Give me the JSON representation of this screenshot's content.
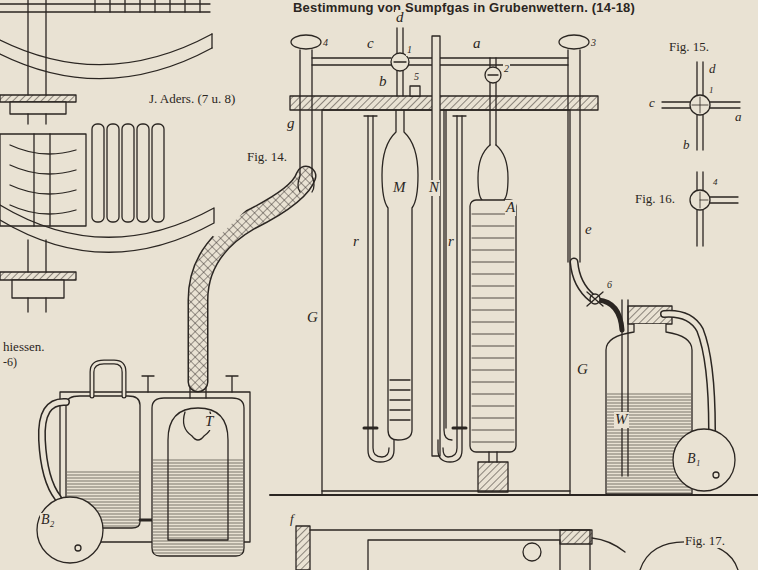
{
  "diagram": {
    "title": "Bestimmung von Sumpfgas in Grubenwettern. (14-18)",
    "labels": [
      "J. Aders. (7 u. 8)",
      "Fig. 14.",
      "Fig. 15.",
      "Fig. 16.",
      "Fig. 17.",
      "hiessen.",
      "-6)",
      "d",
      "c",
      "a",
      "1",
      "b",
      "5",
      "4",
      "3",
      "2",
      "g",
      "e",
      "6",
      "M",
      "N",
      "r",
      "r",
      "A",
      "G",
      "G",
      "W",
      "B₁",
      "B₂",
      "T",
      "d",
      "c",
      "a",
      "b",
      "1",
      "4",
      "f"
    ]
  }
}
